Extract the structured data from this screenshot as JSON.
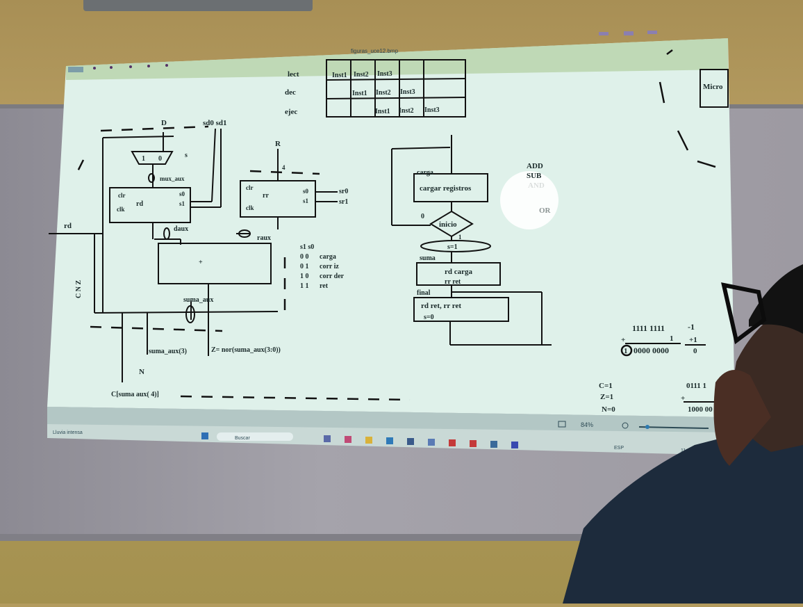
{
  "window": {
    "title": "figuras_uce12.bmp"
  },
  "pipeline": {
    "rows": [
      "lect",
      "dec",
      "ejec"
    ],
    "cells": [
      [
        "Inst1",
        "Inst2",
        "Inst3"
      ],
      [
        "Inst1",
        "Inst2",
        "Inst3"
      ],
      [
        "Inst1",
        "Inst2",
        "Inst3"
      ]
    ],
    "side_label": "Micro"
  },
  "datapath": {
    "input_d": "D",
    "input_sd": "sd0 sd1",
    "input_r": "R",
    "bus_width": "4",
    "mux_labels": [
      "1",
      "0",
      "s"
    ],
    "mux_aux": "mux_aux",
    "reg_rd": {
      "clr": "clr",
      "name": "rd",
      "clk": "clk",
      "s0": "s0",
      "s1": "s1"
    },
    "reg_rr": {
      "clr": "clr",
      "name": "rr",
      "clk": "clk",
      "s0": "s0",
      "s1": "s1",
      "out0": "sr0",
      "out1": "sr1"
    },
    "rd_label": "rd",
    "daux": "daux",
    "raux": "raux",
    "adder": "+",
    "flags_side": "C N Z",
    "suma_aux": "suma_aux",
    "suma_aux3": "suma_aux(3)",
    "z_expr": "Z= nor(suma_aux(3:0))",
    "n_label": "N",
    "c_expr": "C[suma aux( 4)]"
  },
  "mode_table": {
    "header": "s1 s0",
    "rows": [
      {
        "code": "0 0",
        "op": "carga"
      },
      {
        "code": "0 1",
        "op": "corr iz"
      },
      {
        "code": "1 0",
        "op": "corr der"
      },
      {
        "code": "1 1",
        "op": "ret"
      }
    ]
  },
  "flowchart": {
    "carga": "carga",
    "box1": "cargar registros",
    "zero": "0",
    "decision": "inicio",
    "one": "1",
    "s_assign": "s=1",
    "suma": "suma",
    "box2_a": "rd carga",
    "box2_b": "rr ret",
    "final": "final",
    "box3_a": "rd ret, rr ret",
    "box3_b": "s=0"
  },
  "ops": [
    "ADD",
    "SUB",
    "AND",
    "OR"
  ],
  "arith": {
    "a": "1111 1111",
    "a_dec": "-1",
    "b": "1",
    "b_dec": "+1",
    "plus": "+",
    "res": "0000 0000",
    "res_carry": "1",
    "res_dec": "0",
    "flags": [
      "C=1",
      "Z=1",
      "N=0"
    ],
    "b2a": "0111 1",
    "b2b": "1000 00"
  },
  "viewer_bar": {
    "zoom": "84%"
  },
  "taskbar": {
    "weather": "Lluvia intensa",
    "search": "Buscar",
    "lang": "ESP",
    "time": "11:13 a. m."
  }
}
